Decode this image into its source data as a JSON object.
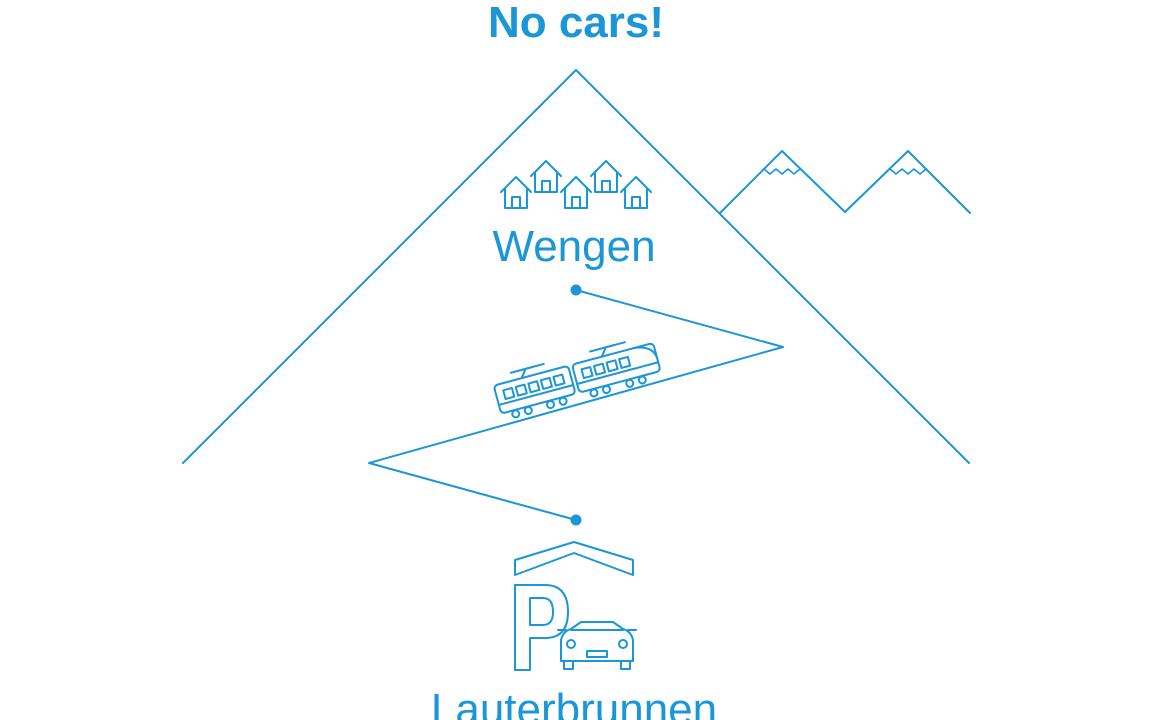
{
  "accent_color": "#1b96d6",
  "headline": "No cars!",
  "top_station": "Wengen",
  "bottom_station": "Lauterbrunnen",
  "icons": [
    "houses-icon",
    "train-icon",
    "parking-icon",
    "car-icon",
    "mountain-icon",
    "snow-peak-icon"
  ]
}
